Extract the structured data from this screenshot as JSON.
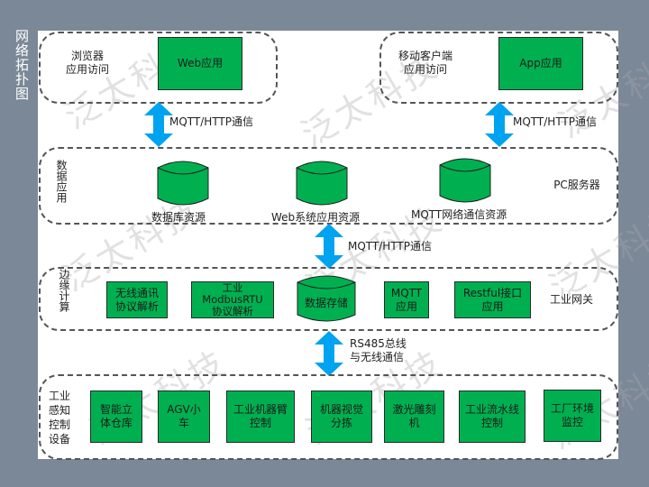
{
  "side_title": "网络拓扑图",
  "watermark": "泛太科技",
  "colors": {
    "frame": "#7b8898",
    "node_fill": "#00b050",
    "arrow": "#00a3ef",
    "dashed_border": "#555555"
  },
  "top": {
    "browser_group": {
      "label_line1": "浏览器",
      "label_line2": "应用访问",
      "node": "Web应用"
    },
    "mobile_group": {
      "label_line1": "移动客户端",
      "label_line2": "应用访问",
      "node": "App应用"
    }
  },
  "links": {
    "browser_to_server": "MQTT/HTTP通信",
    "app_to_server": "MQTT/HTTP通信",
    "server_to_gateway": "MQTT/HTTP通信",
    "gateway_to_devices_line1": "RS485总线",
    "gateway_to_devices_line2": "与无线通信"
  },
  "server_layer": {
    "side_label": "数据应用",
    "right_label": "PC服务器",
    "resources": [
      "数据库资源",
      "Web系统应用资源",
      "MQTT网络通信资源"
    ]
  },
  "edge_layer": {
    "side_label": "边缘计算",
    "right_label": "工业网关",
    "modules": [
      {
        "line1": "无线通讯",
        "line2": "协议解析"
      },
      {
        "line1": "工业",
        "line2": "ModbusRTU",
        "line3": "协议解析"
      },
      {
        "line1": "数据存储"
      },
      {
        "line1": "MQTT",
        "line2": "应用"
      },
      {
        "line1": "Restful接口",
        "line2": "应用"
      }
    ]
  },
  "device_layer": {
    "side_label_line1": "工业",
    "side_label_line2": "感知",
    "side_label_line3": "控制",
    "side_label_line4": "设备",
    "devices": [
      {
        "line1": "智能立",
        "line2": "体仓库"
      },
      {
        "line1": "AGV小",
        "line2": "车"
      },
      {
        "line1": "工业机器臂",
        "line2": "控制"
      },
      {
        "line1": "机器视觉",
        "line2": "分拣"
      },
      {
        "line1": "激光雕刻",
        "line2": "机"
      },
      {
        "line1": "工业流水线",
        "line2": "控制"
      },
      {
        "line1": "工厂环境",
        "line2": "监控"
      }
    ]
  }
}
